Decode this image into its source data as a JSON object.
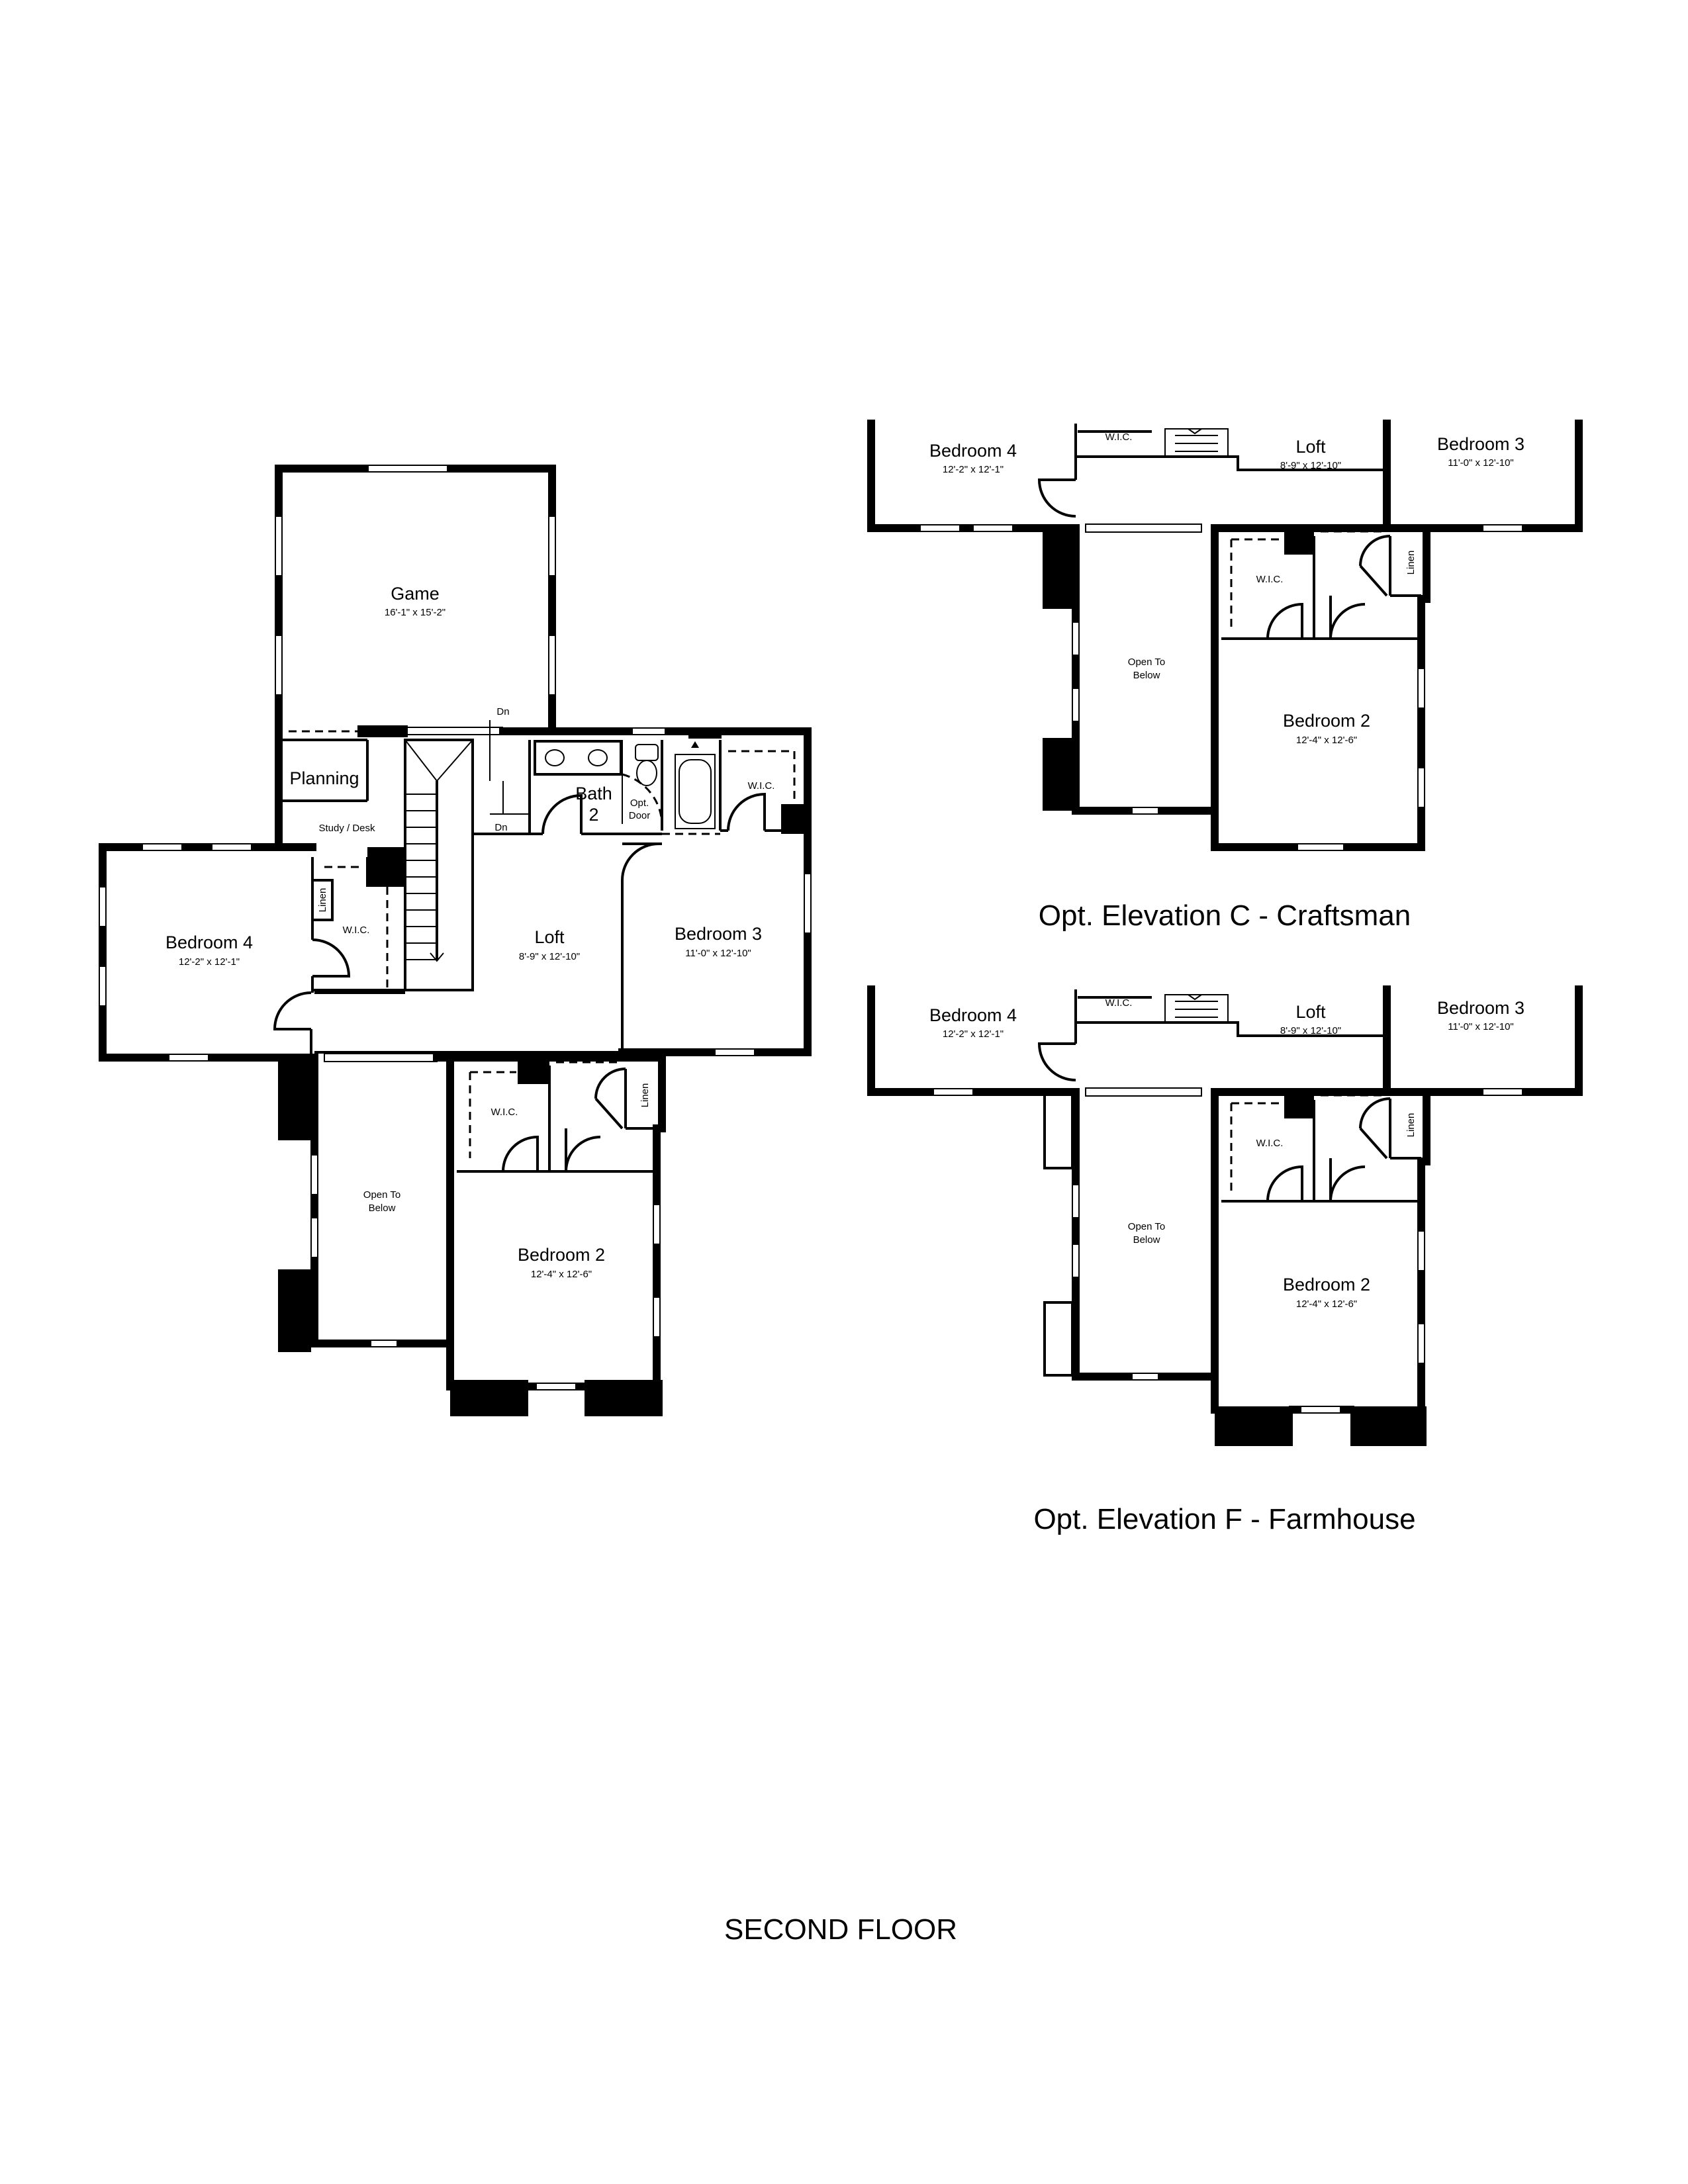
{
  "main_plan": {
    "game": {
      "name": "Game",
      "dims": "16'-1\" x 15'-2\""
    },
    "planning": {
      "name": "Planning",
      "sub": "Study / Desk"
    },
    "bath": {
      "name_1": "Bath",
      "name_2": "2",
      "opt_1": "Opt.",
      "opt_2": "Door"
    },
    "dn_top": "Dn",
    "dn_bottom": "Dn",
    "bedroom4": {
      "name": "Bedroom 4",
      "dims": "12'-2\" x 12'-1\"",
      "wic": "W.I.C.",
      "linen": "Linen"
    },
    "loft": {
      "name": "Loft",
      "dims": "8'-9\" x 12'-10\""
    },
    "bedroom3": {
      "name": "Bedroom 3",
      "dims": "11'-0\" x 12'-10\"",
      "wic": "W.I.C."
    },
    "open_to_below": {
      "line1": "Open To",
      "line2": "Below"
    },
    "bedroom2": {
      "name": "Bedroom 2",
      "dims": "12'-4\" x 12'-6\"",
      "wic": "W.I.C.",
      "linen": "Linen"
    }
  },
  "elevation_c": {
    "title": "Opt. Elevation C - Craftsman",
    "bedroom4": {
      "name": "Bedroom 4",
      "dims": "12'-2\" x 12'-1\""
    },
    "wic_top": "W.I.C.",
    "loft": {
      "name": "Loft",
      "dims": "8'-9\" x 12'-10\""
    },
    "bedroom3": {
      "name": "Bedroom 3",
      "dims": "11'-0\" x 12'-10\""
    },
    "wic": "W.I.C.",
    "linen": "Linen",
    "open_to_below": {
      "line1": "Open To",
      "line2": "Below"
    },
    "bedroom2": {
      "name": "Bedroom 2",
      "dims": "12'-4\" x 12'-6\""
    }
  },
  "elevation_f": {
    "title": "Opt. Elevation F - Farmhouse",
    "bedroom4": {
      "name": "Bedroom 4",
      "dims": "12'-2\" x 12'-1\""
    },
    "wic_top": "W.I.C.",
    "loft": {
      "name": "Loft",
      "dims": "8'-9\" x 12'-10\""
    },
    "bedroom3": {
      "name": "Bedroom 3",
      "dims": "11'-0\" x 12'-10\""
    },
    "wic": "W.I.C.",
    "linen": "Linen",
    "open_to_below": {
      "line1": "Open To",
      "line2": "Below"
    },
    "bedroom2": {
      "name": "Bedroom 2",
      "dims": "12'-4\" x 12'-6\""
    }
  },
  "page_title": "SECOND FLOOR"
}
